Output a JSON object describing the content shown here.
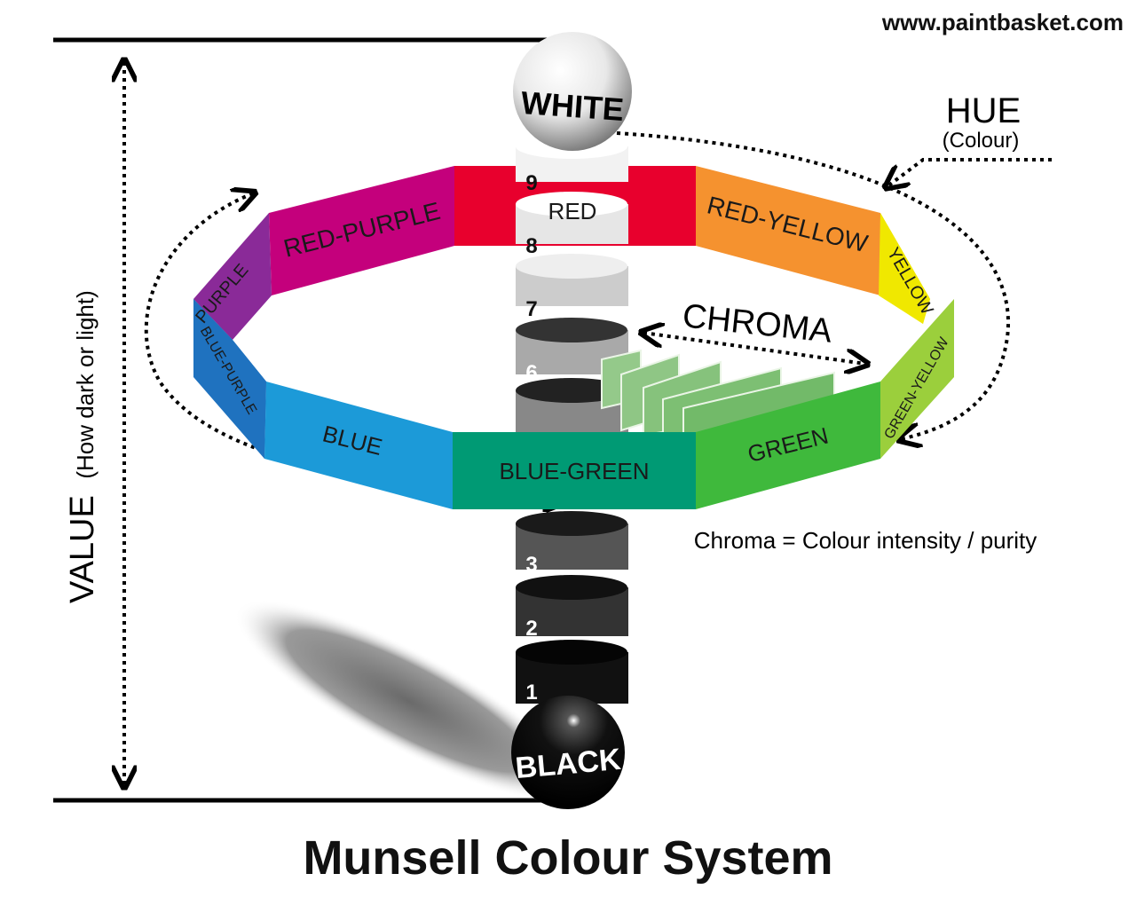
{
  "header": {
    "website": "www.paintbasket.com"
  },
  "title": "Munsell Colour System",
  "value_axis": {
    "label": "VALUE",
    "sublabel": "(How dark or light)"
  },
  "hue_label": {
    "label": "HUE",
    "sublabel": "(Colour)"
  },
  "chroma": {
    "label": "CHROMA",
    "note": "Chroma = Colour intensity / purity"
  },
  "poles": {
    "top": "WHITE",
    "bottom": "BLACK"
  },
  "value_steps": [
    "9",
    "8",
    "7",
    "6",
    "3",
    "2",
    "1"
  ],
  "hues": [
    {
      "name": "RED",
      "color": "#e8002d"
    },
    {
      "name": "RED-YELLOW",
      "color": "#f5922f"
    },
    {
      "name": "YELLOW",
      "color": "#f0e800"
    },
    {
      "name": "GREEN-YELLOW",
      "color": "#9bcf3c"
    },
    {
      "name": "GREEN",
      "color": "#3fb93c"
    },
    {
      "name": "BLUE-GREEN",
      "color": "#009a74"
    },
    {
      "name": "BLUE",
      "color": "#1c9ad8"
    },
    {
      "name": "BLUE-PURPLE",
      "color": "#1f72bf"
    },
    {
      "name": "PURPLE",
      "color": "#8a2a98"
    },
    {
      "name": "RED-PURPLE",
      "color": "#c4007c"
    }
  ]
}
